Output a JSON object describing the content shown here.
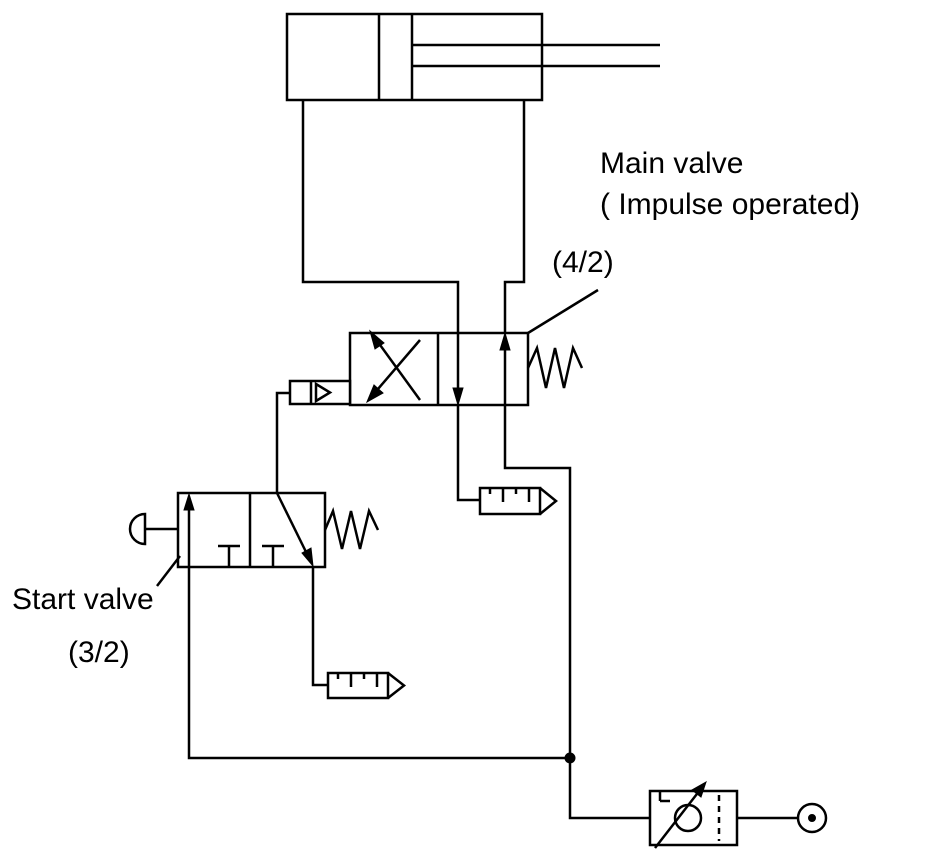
{
  "labels": {
    "main_valve_line1": "Main valve",
    "main_valve_line2": "( Impulse operated)",
    "main_valve_ratio": "(4/2)",
    "start_valve": "Start valve",
    "start_valve_ratio": "(3/2)"
  },
  "colors": {
    "stroke": "#000000",
    "background": "#ffffff"
  }
}
